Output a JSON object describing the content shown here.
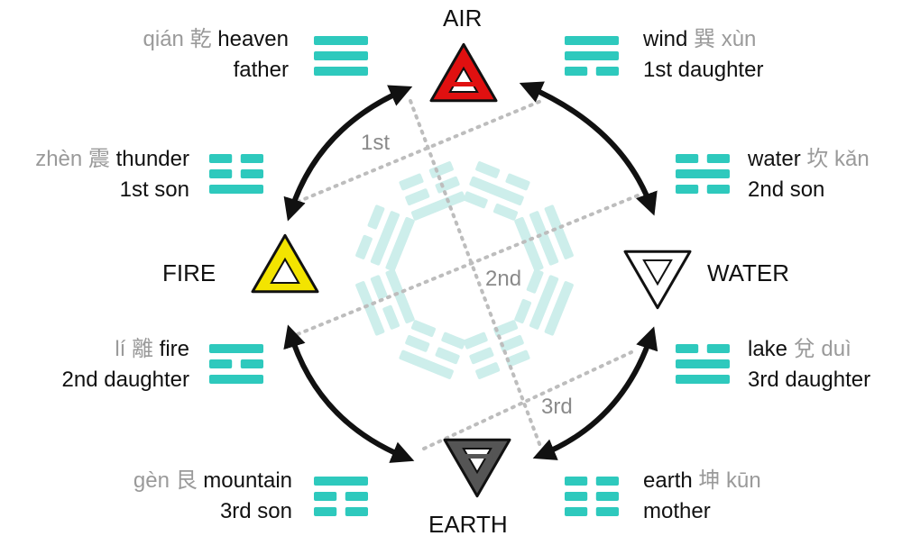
{
  "elements": {
    "air": {
      "name": "AIR",
      "fill": "#e01010",
      "stroke": "#111111"
    },
    "water": {
      "name": "WATER",
      "fill": "#ffffff",
      "stroke": "#111111"
    },
    "earth": {
      "name": "EARTH",
      "fill": "#555555",
      "stroke": "#111111"
    },
    "fire": {
      "name": "FIRE",
      "fill": "#f3e400",
      "stroke": "#111111"
    }
  },
  "order_labels": {
    "first": "1st",
    "second": "2nd",
    "third": "3rd"
  },
  "colors": {
    "trigram": "#2ec9bd",
    "trigram_faint": "#cdeeeb",
    "arrow": "#111111",
    "dotted": "#bdbdbd",
    "pinyin": "#9a9a9a"
  },
  "trigrams": [
    {
      "key": "qian",
      "pinyin": "qián",
      "hanzi": "乾",
      "meaning": "heaven",
      "relation": "father",
      "lines": [
        1,
        1,
        1
      ]
    },
    {
      "key": "xun",
      "pinyin": "xùn",
      "hanzi": "巽",
      "meaning": "wind",
      "relation": "1st daughter",
      "lines": [
        1,
        1,
        0
      ]
    },
    {
      "key": "zhen",
      "pinyin": "zhèn",
      "hanzi": "震",
      "meaning": "thunder",
      "relation": "1st son",
      "lines": [
        0,
        0,
        1
      ]
    },
    {
      "key": "kan",
      "pinyin": "kǎn",
      "hanzi": "坎",
      "meaning": "water",
      "relation": "2nd son",
      "lines": [
        0,
        1,
        0
      ]
    },
    {
      "key": "li",
      "pinyin": "lí",
      "hanzi": "離",
      "meaning": "fire",
      "relation": "2nd daughter",
      "lines": [
        1,
        0,
        1
      ]
    },
    {
      "key": "dui",
      "pinyin": "duì",
      "hanzi": "兌",
      "meaning": "lake",
      "relation": "3rd daughter",
      "lines": [
        0,
        1,
        1
      ]
    },
    {
      "key": "gen",
      "pinyin": "gèn",
      "hanzi": "艮",
      "meaning": "mountain",
      "relation": "3rd son",
      "lines": [
        1,
        0,
        0
      ]
    },
    {
      "key": "kun",
      "pinyin": "kūn",
      "hanzi": "坤",
      "meaning": "earth",
      "relation": "mother",
      "lines": [
        0,
        0,
        0
      ]
    }
  ]
}
